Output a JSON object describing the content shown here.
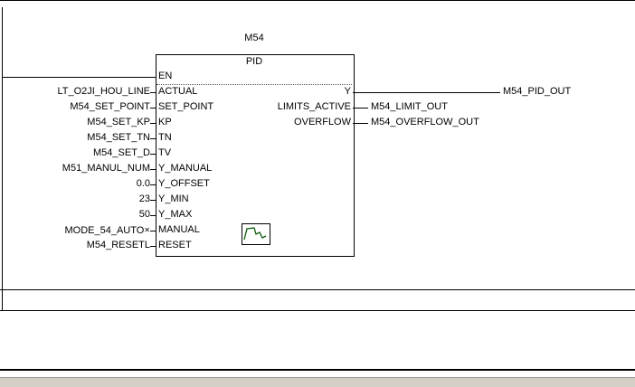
{
  "diagram": {
    "network_block": {
      "instance_name": "M54",
      "type_name": "PID",
      "inputs": [
        {
          "pin": "EN",
          "operand": ""
        },
        {
          "pin": "ACTUAL",
          "operand": "LT_O2JI_HOU_LINE"
        },
        {
          "pin": "SET_POINT",
          "operand": "M54_SET_POINT"
        },
        {
          "pin": "KP",
          "operand": "M54_SET_KP"
        },
        {
          "pin": "TN",
          "operand": "M54_SET_TN"
        },
        {
          "pin": "TV",
          "operand": "M54_SET_D"
        },
        {
          "pin": "Y_MANUAL",
          "operand": "M51_MANUL_NUM"
        },
        {
          "pin": "Y_OFFSET",
          "operand": "0.0"
        },
        {
          "pin": "Y_MIN",
          "operand": "23"
        },
        {
          "pin": "Y_MAX",
          "operand": "50"
        },
        {
          "pin": "MANUAL",
          "operand": "MODE_54_AUTO",
          "mark": "✕"
        },
        {
          "pin": "RESET",
          "operand": "M54_RESETL"
        }
      ],
      "outputs": [
        {
          "pin": "Y",
          "operand": "M54_PID_OUT"
        },
        {
          "pin": "LIMITS_ACTIVE",
          "operand": "M54_LIMIT_OUT"
        },
        {
          "pin": "OVERFLOW",
          "operand": "M54_OVERFLOW_OUT"
        }
      ]
    },
    "icons": {
      "manual_input": "waveform-icon"
    },
    "colors": {
      "line": "#000000",
      "status_bar": "#d4d0c8",
      "waveform": "#0a5c0a"
    }
  }
}
